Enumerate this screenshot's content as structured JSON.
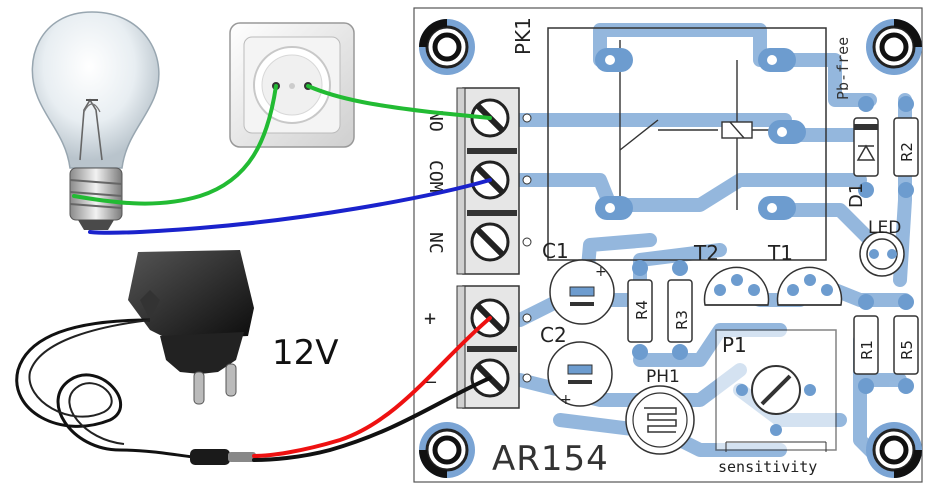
{
  "board": {
    "name": "AR154",
    "relay_label": "PK1",
    "pb_free": "Pb-free",
    "sensitivity": "sensitivity"
  },
  "terminals": {
    "no": "NO",
    "com": "COM",
    "nc": "NC",
    "plus": "+",
    "minus": "–"
  },
  "components": {
    "c1": "C1",
    "c2": "C2",
    "r1": "R1",
    "r2": "R2",
    "r3": "R3",
    "r4": "R4",
    "r5": "R5",
    "t1": "T1",
    "t2": "T2",
    "d1": "D1",
    "led": "LED",
    "p1": "P1",
    "ph1": "PH1"
  },
  "power": {
    "voltage_label": "12V"
  },
  "colors": {
    "trace": "#8fb4dc",
    "pad": "#6d9ccf",
    "wire_green": "#22bb33",
    "wire_blue": "#1a22cc",
    "wire_red": "#ee1111",
    "wire_black": "#111111",
    "terminal_block": "#e6e6e6"
  }
}
